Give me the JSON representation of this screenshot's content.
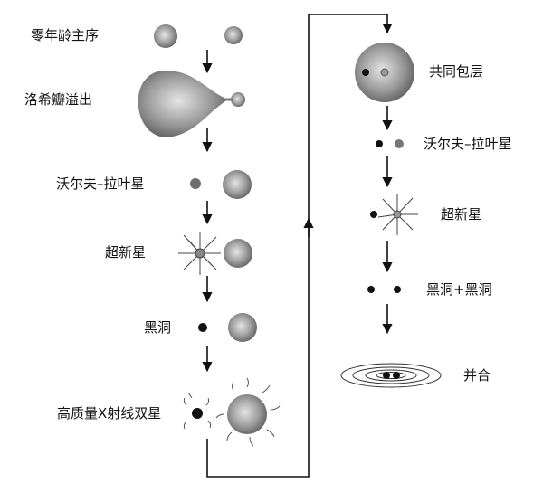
{
  "diagram": {
    "left_stages": [
      {
        "label": "零年龄主序"
      },
      {
        "label": "洛希瓣溢出"
      },
      {
        "label": "沃尔夫–拉叶星"
      },
      {
        "label": "超新星"
      },
      {
        "label": "黑洞"
      },
      {
        "label": "高质量X射线双星"
      }
    ],
    "right_stages": [
      {
        "label": "共同包层"
      },
      {
        "label": "沃尔夫–拉叶星"
      },
      {
        "label": "超新星"
      },
      {
        "label": "黑洞+黑洞"
      },
      {
        "label": "并合"
      }
    ]
  },
  "colors": {
    "star_light": "#d9d9d9",
    "star_dark": "#6b6b6b",
    "black_hole": "#111111",
    "arrow": "#111111"
  }
}
